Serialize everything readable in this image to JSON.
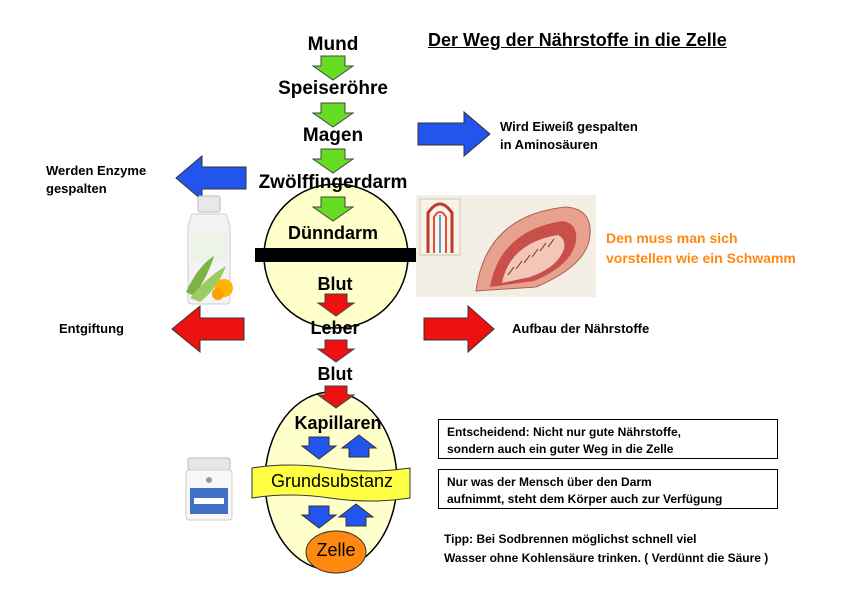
{
  "title": "Der Weg der Nährstoffe in die Zelle",
  "steps": {
    "mund": "Mund",
    "speiseroehre": "Speiseröhre",
    "magen": "Magen",
    "zwoelffingerdarm": "Zwölffingerdarm",
    "duenndarm": "Dünndarm",
    "blut1": "Blut",
    "leber": "Leber",
    "blut2": "Blut",
    "kapillaren": "Kapillaren",
    "grundsubstanz": "Grundsubstanz",
    "zelle": "Zelle"
  },
  "notes": {
    "magen_line1": "Wird Eiweiß gespalten",
    "magen_line2": "in Aminosäuren",
    "enzyme_line1": "Werden Enzyme",
    "enzyme_line2": "gespalten",
    "schwamm_line1": "Den muss man sich",
    "schwamm_line2": "vorstellen wie ein Schwamm",
    "entgiftung": "Entgiftung",
    "aufbau": "Aufbau der Nährstoffe"
  },
  "boxes": {
    "box1_line1": "Entscheidend: Nicht nur gute Nährstoffe,",
    "box1_line2": "sondern auch ein guter Weg in die Zelle",
    "box2_line1": "Nur was der Mensch über den Darm",
    "box2_line2": "aufnimmt, steht dem Körper auch zur Verfügung"
  },
  "tipp": {
    "line1": "Tipp: Bei Sodbrennen möglichst schnell viel",
    "line2": "Wasser ohne Kohlensäure trinken. ( Verdünnt die Säure )"
  },
  "colors": {
    "green_arrow": "#66dd22",
    "red_arrow": "#ee1111",
    "blue_arrow": "#2255ee",
    "circle_fill": "#ffffcc",
    "band_fill": "#ffff44",
    "cell_fill": "#ff8811",
    "orange_text": "#ff8811"
  }
}
